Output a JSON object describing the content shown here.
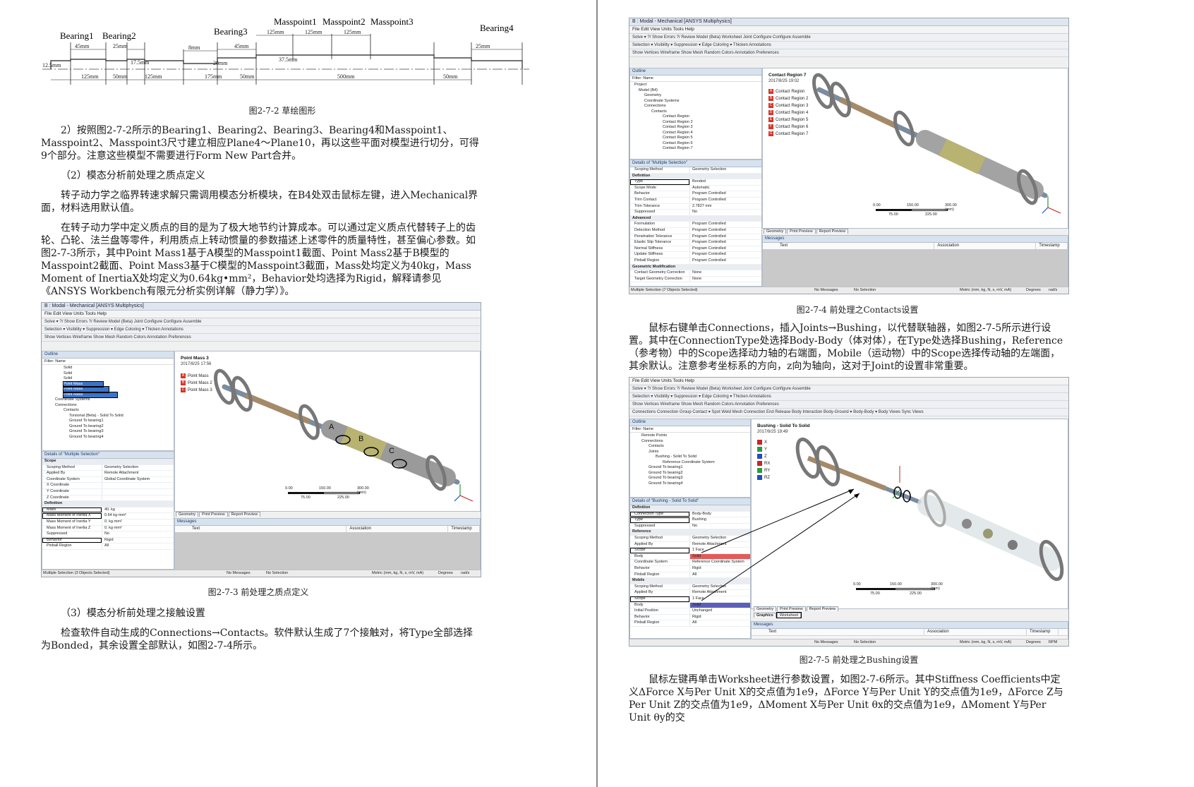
{
  "left": {
    "sketch": {
      "labels": {
        "bearing1": "Bearing1",
        "bearing2": "Bearing2",
        "bearing3": "Bearing3",
        "masspoint1": "Masspoint1",
        "masspoint2": "Masspoint2",
        "masspoint3": "Masspoint3",
        "bearing4": "Bearing4"
      },
      "dims": {
        "d45": "45mm",
        "d25a": "25mm",
        "d8": "8mm",
        "d45b": "45mm",
        "d125a": "125mm",
        "d125b": "125mm",
        "d125c": "125mm",
        "d25b": "25mm",
        "d125": "12.5mm",
        "d175": "17.5mm",
        "d20": "20mm",
        "d375": "37.5mm",
        "b125a": "125mm",
        "b50a": "50mm",
        "b125b": "125mm",
        "b175": "175mm",
        "b50b": "50mm",
        "b500": "500mm",
        "b50c": "50mm"
      }
    },
    "caption1": "图2-7-2   草绘图形",
    "para1": "2）按照图2-7-2所示的Bearing1、Bearing2、Bearing3、Bearing4和Masspoint1、Masspoint2、Masspoint3尺寸建立相应Plane4～Plane10，再以这些平面对模型进行切分，可得9个部分。注意这些模型不需要进行Form New Part合并。",
    "heading2": "（2）模态分析前处理之质点定义",
    "para2": "转子动力学之临界转速求解只需调用模态分析模块，在B4处双击鼠标左键，进入Mechanical界面，材料选用默认值。",
    "para3": "在转子动力学中定义质点的目的是为了极大地节约计算成本。可以通过定义质点代替转子上的齿轮、凸轮、法兰盘等零件，利用质点上转动惯量的参数描述上述零件的质量特性，甚至偏心参数。如图2-7-3所示，其中Point Mass1基于A模型的Masspoint1截面、Point Mass2基于B模型的Masspoint2截面、Point Mass3基于C模型的Masspoint3截面，Mass处均定义为40kg，Mass Moment of InertiaX处均定义为0.64kg•mm²，Behavior处均选择为Rigid，解释请参见《ANSYS Workbench有限元分析实例详解（静力学）》。",
    "shot": {
      "title": "B : Modal - Mechanical [ANSYS Multiphysics]",
      "menu": "File  Edit  View  Units  Tools  Help",
      "toolbar1": "Solve ▾   ?/ Show Errors   ?/ Review Model (Beta)   Joint Configure   Configure   Assemble",
      "toolbar2": "Selection ▾   Visibility ▾   Suppression ▾   Edge Coloring ▾   Thicken Annotations",
      "toolbar3": "Show Vertices   Wireframe   Show Mesh   Random Colors   Annotation Preferences",
      "outline_header": "Outline",
      "filter": "Filter:  Name",
      "tree": [
        "Solid",
        "Solid",
        "Solid",
        "Point Mass",
        "Point Mass",
        "Point Mass",
        "Coordinate Systems",
        "Connections",
        "Contacts",
        "Torsional (Beta) - Solid To Solid",
        "Ground To bearing1",
        "Ground To bearing2",
        "Ground To bearing3",
        "Ground To bearing4"
      ],
      "details_header": "Details of \"Multiple Selection\"",
      "details": [
        {
          "k": "Scope",
          "v": "",
          "sec": true
        },
        {
          "k": "Scoping Method",
          "v": "Geometry Selection"
        },
        {
          "k": "Applied By",
          "v": "Remote Attachment"
        },
        {
          "k": "Coordinate System",
          "v": "Global Coordinate System"
        },
        {
          "k": "X Coordinate",
          "v": ""
        },
        {
          "k": "Y Coordinate",
          "v": ""
        },
        {
          "k": "Z Coordinate",
          "v": ""
        },
        {
          "k": "Definition",
          "v": "",
          "sec": true
        },
        {
          "k": "Mass",
          "v": "40. kg",
          "hl": true
        },
        {
          "k": "Mass Moment of Inertia X",
          "v": "0.64 kg·mm²",
          "hl": true
        },
        {
          "k": "Mass Moment of Inertia Y",
          "v": "0. kg·mm²"
        },
        {
          "k": "Mass Moment of Inertia Z",
          "v": "0. kg·mm²"
        },
        {
          "k": "Suppressed",
          "v": "No"
        },
        {
          "k": "Behavior",
          "v": "Rigid",
          "hl": true
        },
        {
          "k": "Pinball Region",
          "v": "All"
        }
      ],
      "gfx_title": "Point Mass 3",
      "gfx_date": "2017/8/25 17:56",
      "legend": [
        {
          "tag": "A",
          "label": "Point Mass",
          "color": "#d8342a"
        },
        {
          "tag": "B",
          "label": "Point Mass 2",
          "color": "#d8342a"
        },
        {
          "tag": "C",
          "label": "Point Mass 3",
          "color": "#d8342a"
        }
      ],
      "part_labels": [
        "A",
        "B",
        "C"
      ],
      "scale": {
        "s0": "0.00",
        "s1": "150.00",
        "s2": "300.00 (mm)",
        "s3": "75.00",
        "s4": "225.00"
      },
      "tabs": [
        "Geometry",
        "Print Preview",
        "Report Preview"
      ],
      "messages_header": "Messages",
      "msg_cols": [
        "Text",
        "Association",
        "Timestamp"
      ],
      "status": {
        "sel": "Multiple Selection (3 Objects Selected)",
        "msgs": "No Messages",
        "nosel": "No Selection",
        "units": "Metric (mm, kg, N, s, mV, mA)",
        "deg": "Degrees",
        "rad": "rad/s"
      }
    },
    "caption2": "图2-7-3   前处理之质点定义",
    "heading3": "（3）模态分析前处理之接触设置",
    "para4": "检查软件自动生成的Connections→Contacts。软件默认生成了7个接触对，将Type全部选择为Bonded，其余设置全部默认，如图2-7-4所示。"
  },
  "right": {
    "shot1": {
      "title": "B : Modal - Mechanical [ANSYS Multiphysics]",
      "menu": "File  Edit  View  Units  Tools  Help",
      "toolbar1": "Solve ▾   ?/ Show Errors   ?/ Review Model (Beta)   Worksheet   Joint Configure   Configure   Assemble",
      "toolbar2": "Selection ▾   Visibility ▾   Suppression ▾   Edge Coloring ▾   Thicken Annotations",
      "toolbar3": "Show Vertices   Wireframe   Show Mesh   Random Colors   Annotation Preferences",
      "outline_header": "Outline",
      "filter": "Filter:  Name",
      "tree": [
        "Project",
        "Model (B4)",
        "Geometry",
        "Coordinate Systems",
        "Connections",
        "Contacts",
        "Contact Region",
        "Contact Region 2",
        "Contact Region 3",
        "Contact Region 4",
        "Contact Region 5",
        "Contact Region 6",
        "Contact Region 7"
      ],
      "details_header": "Details of \"Multiple Selection\"",
      "details": [
        {
          "k": "Scoping Method",
          "v": "Geometry Selection"
        },
        {
          "k": "Definition",
          "v": "",
          "sec": true
        },
        {
          "k": "Type",
          "v": "Bonded",
          "hl": true
        },
        {
          "k": "Scope Mode",
          "v": "Automatic"
        },
        {
          "k": "Behavior",
          "v": "Program Controlled"
        },
        {
          "k": "Trim Contact",
          "v": "Program Controlled"
        },
        {
          "k": "Trim Tolerance",
          "v": "2.7827 mm"
        },
        {
          "k": "Suppressed",
          "v": "No"
        },
        {
          "k": "Advanced",
          "v": "",
          "sec": true
        },
        {
          "k": "Formulation",
          "v": "Program Controlled"
        },
        {
          "k": "Detection Method",
          "v": "Program Controlled"
        },
        {
          "k": "Penetration Tolerance",
          "v": "Program Controlled"
        },
        {
          "k": "Elastic Slip Tolerance",
          "v": "Program Controlled"
        },
        {
          "k": "Normal Stiffness",
          "v": "Program Controlled"
        },
        {
          "k": "Update Stiffness",
          "v": "Program Controlled"
        },
        {
          "k": "Pinball Region",
          "v": "Program Controlled"
        },
        {
          "k": "Geometric Modification",
          "v": "",
          "sec": true
        },
        {
          "k": "Contact Geometry Correction",
          "v": "None"
        },
        {
          "k": "Target Geometry Correction",
          "v": "None"
        }
      ],
      "gfx_title": "Contact Region 7",
      "gfx_date": "2017/8/25 19:02",
      "legend": [
        {
          "tag": "A",
          "label": "Contact Region",
          "color": "#d8342a"
        },
        {
          "tag": "B",
          "label": "Contact Region 2",
          "color": "#d8342a"
        },
        {
          "tag": "C",
          "label": "Contact Region 3",
          "color": "#d8342a"
        },
        {
          "tag": "D",
          "label": "Contact Region 4",
          "color": "#d8342a"
        },
        {
          "tag": "E",
          "label": "Contact Region 5",
          "color": "#d8342a"
        },
        {
          "tag": "F",
          "label": "Contact Region 6",
          "color": "#d8342a"
        },
        {
          "tag": "G",
          "label": "Contact Region 7",
          "color": "#d8342a"
        }
      ],
      "scale": {
        "s0": "0.00",
        "s1": "150.00",
        "s2": "300.00 (mm)",
        "s3": "75.00",
        "s4": "225.00"
      },
      "tabs": [
        "Geometry",
        "Print Preview",
        "Report Preview"
      ],
      "messages_header": "Messages",
      "msg_cols": [
        "Text",
        "Association",
        "Timestamp"
      ],
      "status": {
        "sel": "Multiple Selection (7 Objects Selected)",
        "msgs": "No Messages",
        "nosel": "No Selection",
        "units": "Metric (mm, kg, N, s, mV, mA)",
        "deg": "Degrees",
        "rad": "rad/s"
      }
    },
    "caption1": "图2-7-4   前处理之Contacts设置",
    "para1": "鼠标右键单击Connections，插入Joints→Bushing，以代替联轴器，如图2-7-5所示进行设置。其中在ConnectionType处选择Body-Body（体对体），在Type处选择Bushing，Reference（参考物）中的Scope选择动力轴的右端面，Mobile（运动物）中的Scope选择传动轴的左端面，其余默认。注意参考坐标系的方向，z向为轴向，这对于Joint的设置非常重要。",
    "shot2": {
      "menu": "File  Edit  View  Units  Tools  Help",
      "toolbar1": "Solve ▾   ?/ Show Errors   ?/ Review Model (Beta)   Worksheet   Joint Configure   Configure   Assemble",
      "toolbar2": "Selection ▾   Visibility ▾   Suppression ▾   Edge Coloring ▾   Thicken Annotations",
      "toolbar3": "Show Vertices   Wireframe   Show Mesh   Random Colors   Annotation Preferences",
      "toolbar4": "Connections   Connection Group   Contact ▾   Spot Weld   Mesh Connection   End Release   Body Interaction   Body-Ground ▾   Body-Body ▾   Body Views   Sync Views",
      "outline_header": "Outline",
      "filter": "Filter:  Name",
      "tree": [
        "Remote Points",
        "Connections",
        "Contacts",
        "Joints",
        "Bushing - Solid To Solid",
        "Reference Coordinate System",
        "Ground To bearing1",
        "Ground To bearing2",
        "Ground To bearing3",
        "Ground To bearing4"
      ],
      "details_header": "Details of \"Bushing - Solid To Solid\"",
      "details": [
        {
          "k": "Definition",
          "v": "",
          "sec": true
        },
        {
          "k": "Connection Type",
          "v": "Body-Body",
          "hl": true
        },
        {
          "k": "Type",
          "v": "Bushing",
          "hl": true
        },
        {
          "k": "Suppressed",
          "v": "No"
        },
        {
          "k": "Reference",
          "v": "",
          "sec": true
        },
        {
          "k": "Scoping Method",
          "v": "Geometry Selection"
        },
        {
          "k": "Applied By",
          "v": "Remote Attachment"
        },
        {
          "k": "Scope",
          "v": "1 Face",
          "hl": true
        },
        {
          "k": "Body",
          "v": "Solid",
          "red": true
        },
        {
          "k": "Coordinate System",
          "v": "Reference Coordinate System"
        },
        {
          "k": "Behavior",
          "v": "Rigid"
        },
        {
          "k": "Pinball Region",
          "v": "All"
        },
        {
          "k": "Mobile",
          "v": "",
          "sec": true
        },
        {
          "k": "Scoping Method",
          "v": "Geometry Selection"
        },
        {
          "k": "Applied By",
          "v": "Remote Attachment"
        },
        {
          "k": "Scope",
          "v": "1 Face",
          "hl": true
        },
        {
          "k": "Body",
          "v": "Solid",
          "blue": true
        },
        {
          "k": "Initial Position",
          "v": "Unchanged"
        },
        {
          "k": "Behavior",
          "v": "Rigid"
        },
        {
          "k": "Pinball Region",
          "v": "All"
        }
      ],
      "gfx_title": "Bushing - Solid To Solid",
      "gfx_date": "2017/8/25 19:49",
      "legend": [
        {
          "tag": "",
          "label": "X",
          "color": "#c8242a"
        },
        {
          "tag": "",
          "label": "Y",
          "color": "#2e9a3e"
        },
        {
          "tag": "",
          "label": "Z",
          "color": "#1f4fbf"
        },
        {
          "tag": "",
          "label": "RX",
          "color": "#c8242a"
        },
        {
          "tag": "",
          "label": "RY",
          "color": "#2e9a3e"
        },
        {
          "tag": "",
          "label": "RZ",
          "color": "#1f4fbf"
        }
      ],
      "scale": {
        "s0": "0.00",
        "s1": "150.00",
        "s2": "300.00 (mm)",
        "s3": "75.00",
        "s4": "225.00"
      },
      "tabs": [
        "Geometry",
        "Print Preview",
        "Report Preview"
      ],
      "tabs2": [
        "Graphics",
        "Worksheet"
      ],
      "messages_header": "Messages",
      "msg_cols": [
        "Text",
        "Association",
        "Timestamp"
      ],
      "status": {
        "msgs": "No Messages",
        "nosel": "No Selection",
        "units": "Metric (mm, kg, N, s, mV, mA)",
        "deg": "Degrees",
        "rad": "RPM"
      }
    },
    "caption2": "图2-7-5   前处理之Bushing设置",
    "para2": "鼠标左键再单击Worksheet进行参数设置，如图2-7-6所示。其中Stiffness Coefficients中定义ΔForce X与Per Unit X的交点值为1e9，ΔForce Y与Per Unit Y的交点值为1e9，ΔForce Z与Per Unit Z的交点值为1e9，ΔMoment X与Per Unit θx的交点值为1e9，ΔMoment Y与Per Unit θy的交"
  }
}
